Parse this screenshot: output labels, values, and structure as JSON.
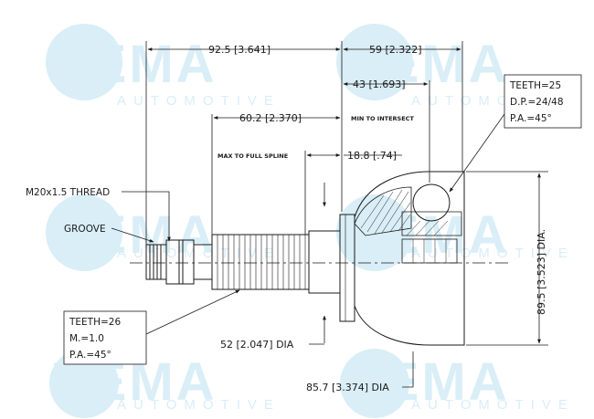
{
  "watermark": {
    "brand": "VEMA",
    "sub": "AUTOMOTIVE",
    "registered": "®",
    "color": "#d9eef7"
  },
  "dimensions": {
    "overall_outer": "92.5 [3.641]",
    "outer_right": "59 [2.322]",
    "right_inner": "43 [1.693]",
    "min_intersect": "60.2 [2.370]",
    "min_intersect_note": "MIN TO INTERSECT",
    "max_spline_note": "MAX TO FULL SPLINE",
    "spline_len": "18.8 [.74]",
    "height_dia": "89.5 [3.523] DIA.",
    "shaft_dia": "52 [2.047] DIA",
    "housing_dia": "85.7 [3.374] DIA"
  },
  "labels": {
    "thread": "M20x1.5 THREAD",
    "groove": "GROOVE"
  },
  "inner_spec": {
    "teeth": "TEETH=25",
    "dp": "D.P.=24/48",
    "pa": "P.A.=45°"
  },
  "outer_spec": {
    "teeth": "TEETH=26",
    "module": "M.=1.0",
    "pa": "P.A.=45°"
  }
}
